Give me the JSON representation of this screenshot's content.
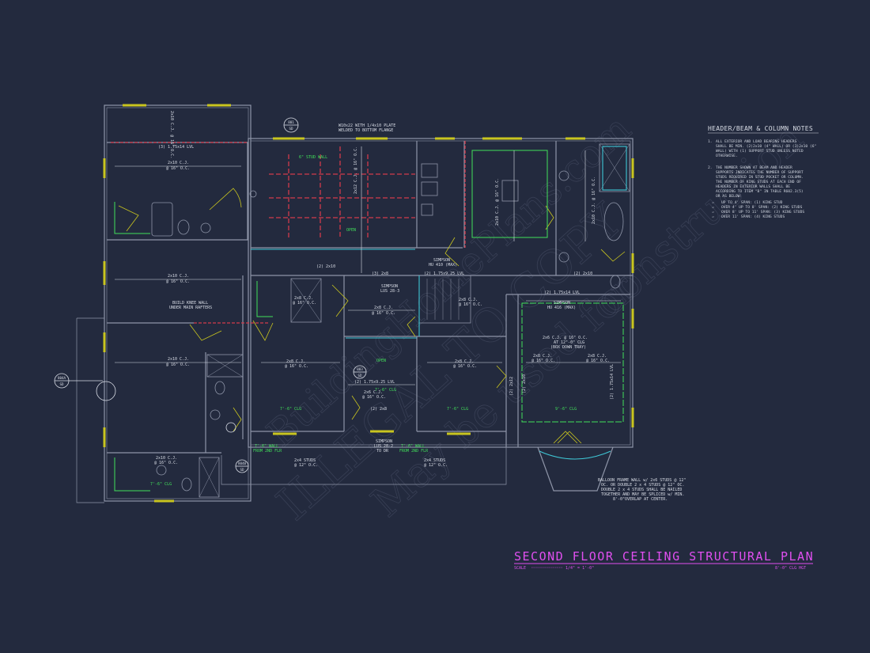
{
  "sheet": {
    "title": "SECOND FLOOR CEILING STRUCTURAL PLAN",
    "scale_label": "SCALE",
    "scale_value": "1/4\" = 1'-0\"",
    "ceiling_height": "8'-0\" CLG HGT"
  },
  "notes": {
    "heading": "HEADER/BEAM & COLUMN NOTES",
    "items": [
      [
        "1.",
        "ALL EXTERIOR AND LOAD BEARING HEADERS",
        "SHALL BE MIN. (2)2x10 (4\" WALL) OR (3)2x10 (6\"",
        "WALL) WITH (1) SUPPORT STUD UNLESS NOTED",
        "OTHERWISE."
      ],
      [
        "2.",
        "THE NUMBER SHOWN AT BEAM AND HEADER",
        "SUPPORTS INDICATES THE NUMBER OF SUPPORT",
        "STUDS REQUIRED IN STUD POCKET OR COLUMN.",
        "THE NUMBER OF KING STUDS AT EACH END OF",
        "HEADERS IN EXTERIOR WALLS SHALL BE",
        "ACCORDING TO ITEM \"B\" IN TABLE R602.3(5)",
        "OR AS BELOW:"
      ]
    ],
    "spans": [
      "UP TO 4' SPAN: (1) KING STUD",
      "OVER 4' UP TO 8' SPAN: (2) KING STUDS",
      "OVER 8' UP TO 11' SPAN: (3) KING STUDS",
      "OVER 11' SPAN: (4) KING STUDS"
    ]
  },
  "watermark": [
    "ILLEGAL TO COPY",
    "May be used for",
    "construction",
    "BuildingHomePlans.com"
  ],
  "markers": [
    {
      "top": "801",
      "bottom": "SD"
    },
    {
      "top": "804A",
      "bottom": "SD"
    },
    {
      "top": "803",
      "bottom": "SD"
    },
    {
      "top": "804B",
      "bottom": "SD"
    }
  ],
  "labels": {
    "beam_top": "W10x22 WITH 1/4x10 PLATE",
    "beam_top2": "WELDED TO BOTTOM FLANGE",
    "stud_wall": "6\" STUD WALL",
    "open_a": "OPEN",
    "open_b": "OPEN",
    "lvl_left": "(3) 1.75x14 LVL",
    "cj_1": "2x10 C.J.",
    "oc_1": "@ 16\" O.C.",
    "cj_2": "2x10 C.J.",
    "oc_2": "@ 16\" O.C.",
    "cj_3": "2x10 C.J.",
    "oc_3": "@ 16\" O.C.",
    "cj_vert_top": "2x10 C.J. @ 16\" O.C.",
    "cj_mid_a": "2x12 C.J. @ 16\" O.C.",
    "cj_master": "2x10 C.J. @ 16\" O.C.",
    "cj_bath_r": "2x10 C.J. @ 16\" O.C.",
    "knee_wall": "BUILD KNEE WALL",
    "knee_wall2": "UNDER MAIN RAFTERS",
    "hdr_2x10_a": "(2) 2x10",
    "hdr_2x8": "(3) 2x8",
    "lvl_mid": "(2) 1.75x9.25 LVL",
    "hdr_2x10_b": "(2) 2x10",
    "simpson_1": "SIMPSON",
    "simpson_1b": "HU 410 (MAX)",
    "simpson_2": "SIMPSON",
    "simpson_2b": "LUS 28-3",
    "lvl_right": "(2) 1.75x14 LVL",
    "simpson_3": "SIMPSON",
    "simpson_3b": "HU 416 (MAX)",
    "cj_2x8_a": "2x8 C.J.",
    "oc_2x8_a": "@ 16\" O.C.",
    "cj_2x8_b": "2x8 C.J.",
    "oc_2x8_b": "@ 16\" O.C.",
    "cj_2x6_a": "2x6 C.J.",
    "oc_2x6_a": "@ 16\" O.C.",
    "cj_2x8_c": "2x8 C.J.",
    "oc_2x8_c": "@ 16\" O.C.",
    "tray_1": "2x6 C.J. @ 16\" O.C.",
    "tray_2": "AT 12\"-0\" CLG",
    "tray_3": "(BOX DOWN TRAY)",
    "cj_2x8_d": "2x8 C.J.",
    "oc_2x8_d": "@ 16\" O.C.",
    "cj_2x8_e": "2x8 C.J.",
    "oc_2x8_e": "@ 16\" O.C.",
    "cj_2x8_f": "2x8 C.J.",
    "oc_2x8_f": "@ 16\" O.C.",
    "cj_2x8_g": "2x8 C.J.",
    "oc_2x8_g": "@ 16\" O.C.",
    "lvl_c": "(2) 1.75x9.25 LVL",
    "clg_a": "7'-6\" CLG",
    "clg_b": "7'-6\" CLG",
    "clg_c": "7'-6\" CLG",
    "clg_d": "9'-6\" CLG",
    "clg_e": "7'-6\" CLG",
    "hdr_2x8_b": "(2) 2x8",
    "simpson_4": "SIMPSON",
    "simpson_4b": "LUS 28-2",
    "simpson_4c": "TO DR",
    "wall_a": "7'-6\" WALL",
    "wall_a2": "FROM 2ND FLR",
    "wall_b": "7'-6\" WALL",
    "wall_b2": "FROM 2ND FLR",
    "studs_a": "2x4 STUDS",
    "studs_a2": "@ 12\" O.C.",
    "studs_b": "2x4 STUDS",
    "studs_b2": "@ 12\" O.C.",
    "cj_bath_l": "2x10 C.J.",
    "oc_bath_l": "@ 16\" O.C.",
    "lvl_vert_r": "(2) 1.75x14 LVL",
    "hdr_vert_a": "(2) 2x12",
    "hdr_vert_b": "(2) 2x10",
    "balloon": [
      "BALLOON FRAME WALL w/ 2x6 STUDS @ 12\"",
      "OC. OR DOUBLE 2 x 4 STUDS @ 12\" OC.",
      "DOUBLE 2 x 4 STUDS SHALL BE NAILED",
      "TOGETHER AND MAY BE SPLICED w/ MIN.",
      "8'-0\"OVERLAP AT CENTER."
    ]
  },
  "colors": {
    "background": "#232a3e",
    "walls": "#8e95a8",
    "beams": "#d23a4b",
    "green": "#41e05a",
    "cyan": "#3fc7d6",
    "yellow": "#c9c51f",
    "magenta": "#e04ff0"
  }
}
